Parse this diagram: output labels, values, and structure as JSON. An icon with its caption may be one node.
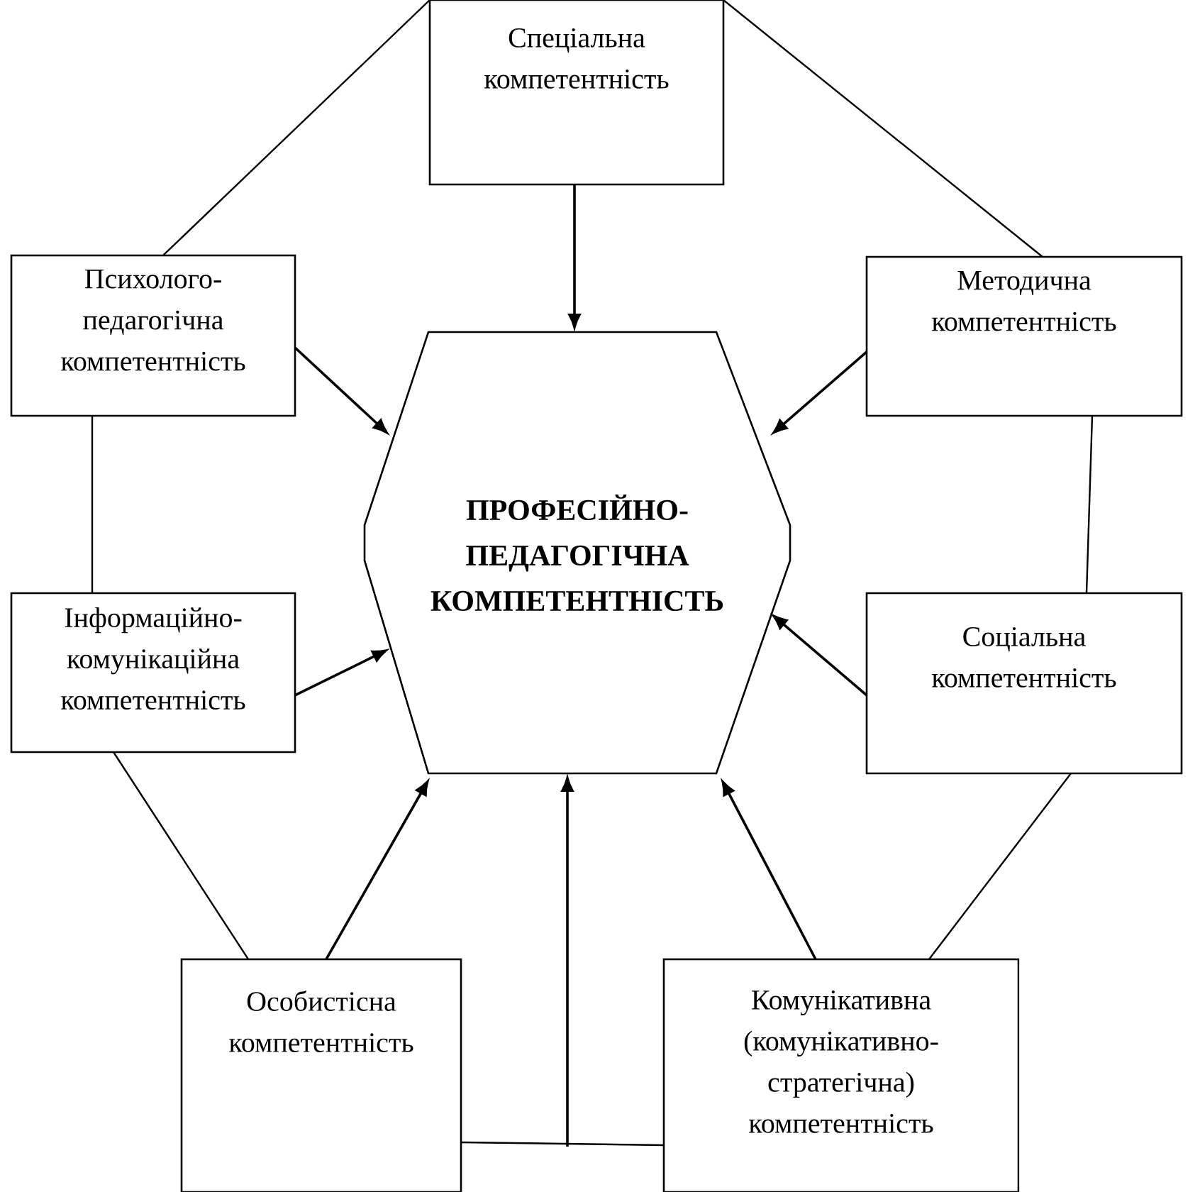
{
  "diagram": {
    "nodes": [
      {
        "text": [
          "Спеціальна компетентність"
        ]
      },
      {
        "text": [
          "Психолого-педагогічна компетентність"
        ]
      },
      {
        "text": [
          "Методична компетентність"
        ]
      },
      {
        "text": [
          "ПРОФЕСІЙНО-ПЕДАГОГІЧНА КОМПЕТЕНТНІСТЬ"
        ]
      },
      {
        "text": [
          "Інформаційно-комунікаційна компетентність"
        ]
      },
      {
        "text": [
          "Соціальна компетентність"
        ]
      },
      {
        "text": [
          "Особистісна компетентність"
        ]
      },
      {
        "text": [
          "Комунікативна (комунікативно-стратегічна) компетентність"
        ]
      }
    ],
    "edges": [
      {
        "from": 0,
        "to": 1,
        "arrow": "none"
      },
      {
        "from": 0,
        "to": 2,
        "arrow": "none"
      },
      {
        "from": 1,
        "to": 4,
        "arrow": "none"
      },
      {
        "from": 2,
        "to": 5,
        "arrow": "none"
      },
      {
        "from": 4,
        "to": 6,
        "arrow": "none"
      },
      {
        "from": 5,
        "to": 7,
        "arrow": "none"
      },
      {
        "from": 6,
        "to": 7,
        "arrow": "none"
      },
      {
        "from": 0,
        "to": 3,
        "arrow": "to"
      },
      {
        "from": 1,
        "to": 3,
        "arrow": "to"
      },
      {
        "from": 2,
        "to": 3,
        "arrow": "to"
      },
      {
        "from": 4,
        "to": 3,
        "arrow": "to"
      },
      {
        "from": 5,
        "to": 3,
        "arrow": "to"
      },
      {
        "from": 6,
        "to": 3,
        "arrow": "to"
      },
      {
        "from": 7,
        "to": 3,
        "arrow": "to"
      },
      {
        "from": null,
        "to": 3,
        "arrow": "to"
      }
    ]
  }
}
